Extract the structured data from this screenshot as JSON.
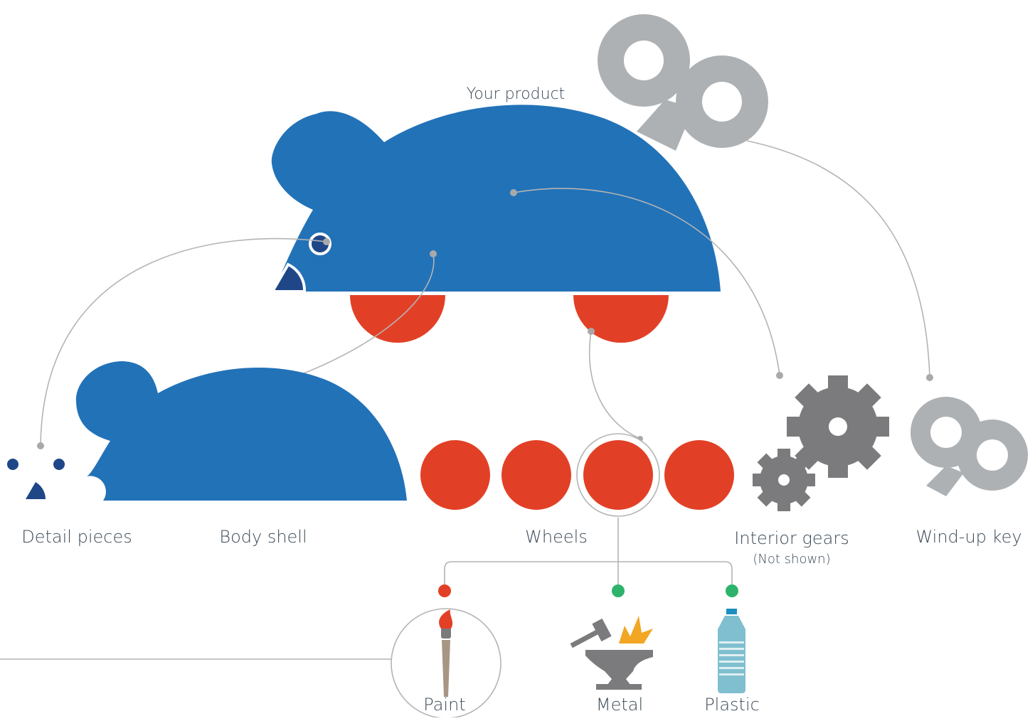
{
  "labels": {
    "your_product": "Your product",
    "detail_pieces": "Detail pieces",
    "body_shell": "Body shell",
    "wheels": "Wheels",
    "interior_gears": "Interior gears",
    "interior_gears_note": "(Not shown)",
    "wind_up_key": "Wind-up key",
    "paint": "Paint",
    "metal": "Metal",
    "plastic": "Plastic"
  },
  "colors": {
    "body_blue": "#2272b8",
    "detail_navy": "#1f4788",
    "wheel_red": "#e24026",
    "key_grey": "#aeb1b4",
    "gear_grey": "#7b7b7d",
    "connector_grey": "#b4b4b4",
    "dot_grey": "#a9a9a9",
    "marker_red": "#e24026",
    "marker_green": "#2db36b",
    "bottle_blue": "#7fbfcf",
    "text": "#3c4a57"
  },
  "icons": [
    "paintbrush-icon",
    "anvil-hammer-icon",
    "plastic-bottle-icon",
    "gear-icon",
    "wind-up-key-icon"
  ]
}
